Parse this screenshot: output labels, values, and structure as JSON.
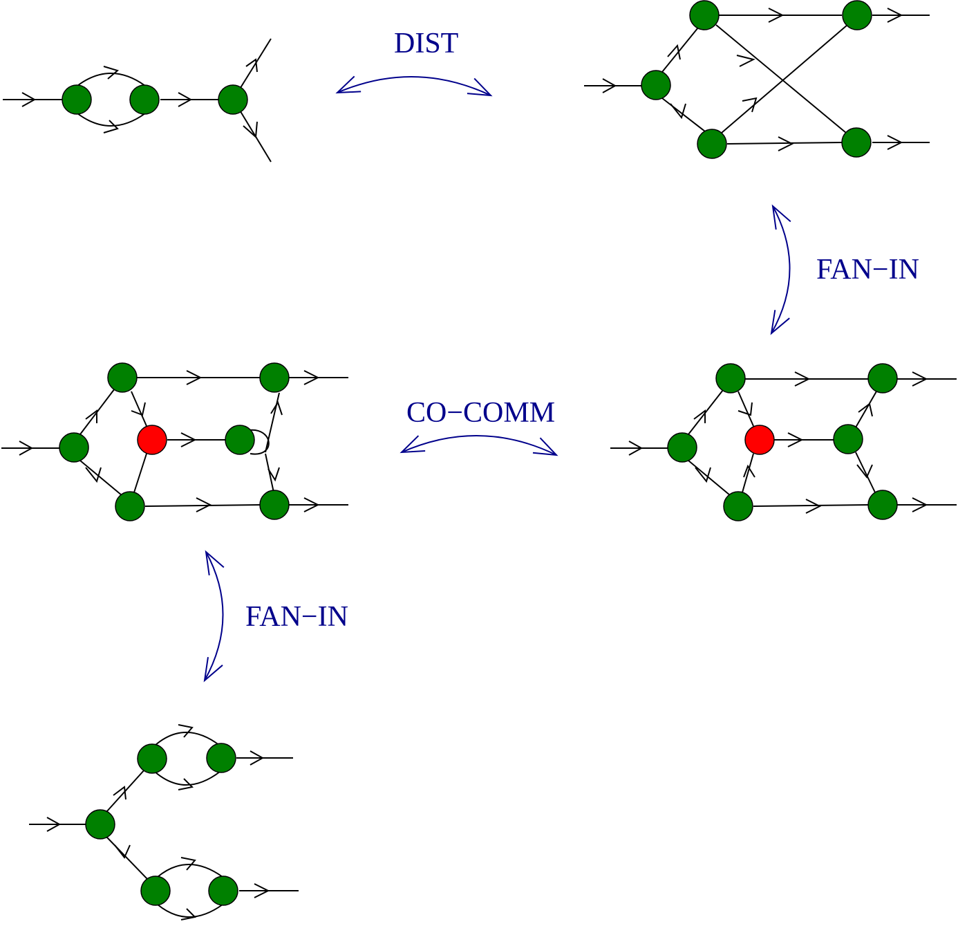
{
  "colors": {
    "node_normal": "#008000",
    "node_special": "#ff0000",
    "edge": "#000000",
    "relation": "#00008b"
  },
  "relations": [
    {
      "id": "dist",
      "label": "DIST"
    },
    {
      "id": "fan-in-right",
      "label": "FAN−IN"
    },
    {
      "id": "co-comm",
      "label": "CO−COMM"
    },
    {
      "id": "fan-in-left",
      "label": "FAN−IN"
    }
  ]
}
